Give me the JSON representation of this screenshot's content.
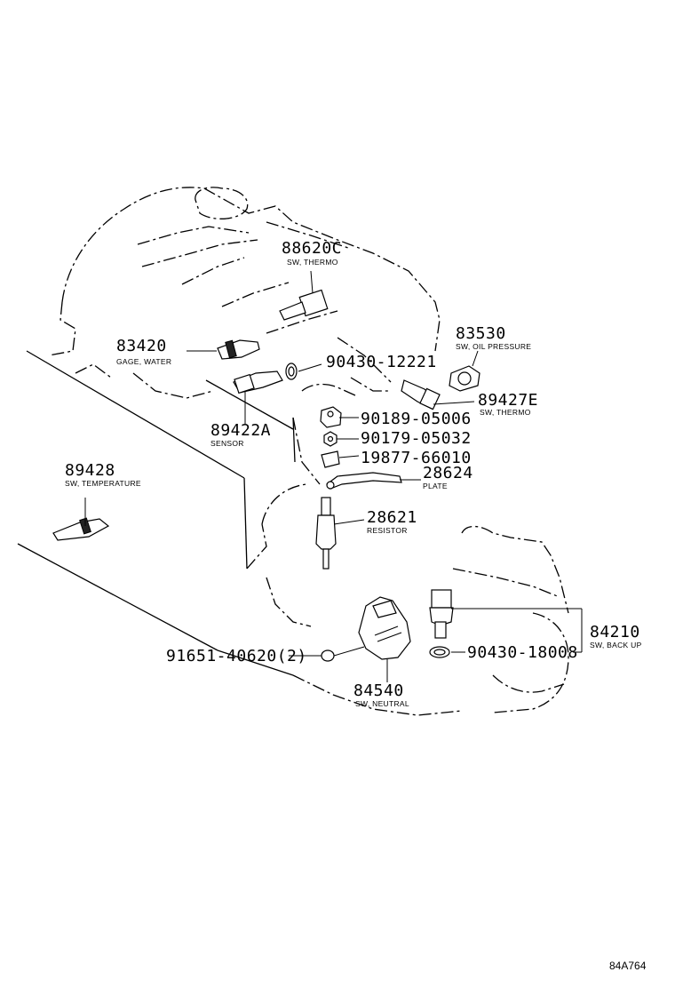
{
  "parts": {
    "p88620c": {
      "number": "88620C",
      "desc": "SW, THERMO"
    },
    "p83530": {
      "number": "83530",
      "desc": "SW, OIL PRESSURE"
    },
    "p83420": {
      "number": "83420",
      "desc": "GAGE, WATER"
    },
    "p90430_12221": {
      "number": "90430-12221"
    },
    "p89427e": {
      "number": "89427E",
      "desc": "SW, THERMO"
    },
    "p90189": {
      "number": "90189-05006"
    },
    "p89422a": {
      "number": "89422A",
      "desc": "SENSOR"
    },
    "p90179": {
      "number": "90179-05032"
    },
    "p19877": {
      "number": "19877-66010"
    },
    "p28624": {
      "number": "28624",
      "desc": "PLATE"
    },
    "p89428": {
      "number": "89428",
      "desc": "SW, TEMPERATURE"
    },
    "p28621": {
      "number": "28621",
      "desc": "RESISTOR"
    },
    "p84210": {
      "number": "84210",
      "desc": "SW, BACK UP"
    },
    "p90430_18008": {
      "number": "90430-18008"
    },
    "p91651": {
      "number": "91651-40620(2)"
    },
    "p84540": {
      "number": "84540",
      "desc": "SW, NEUTRAL"
    }
  },
  "figure_ref": "84A764"
}
